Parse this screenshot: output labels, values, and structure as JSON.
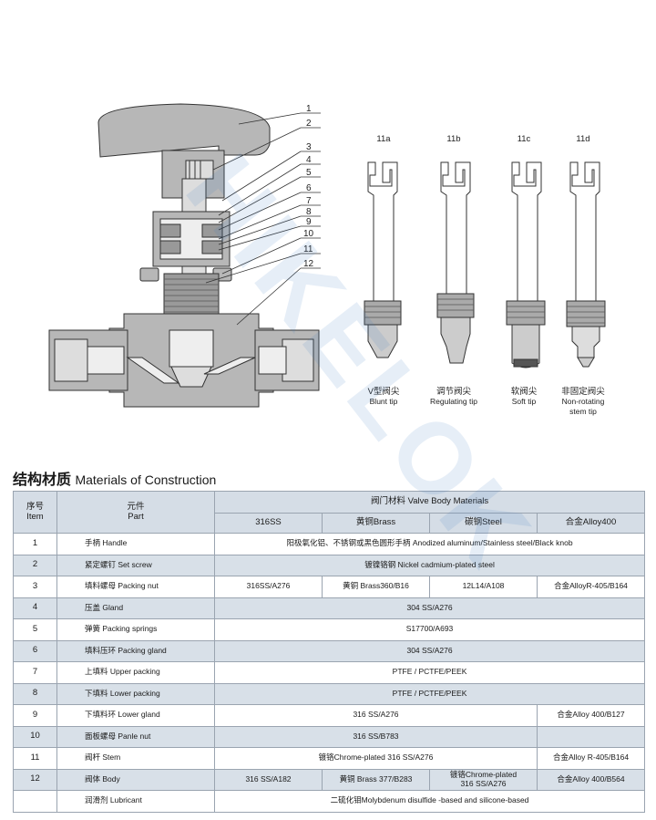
{
  "drawing": {
    "callouts": [
      "1",
      "2",
      "3",
      "4",
      "5",
      "6",
      "7",
      "8",
      "9",
      "10",
      "11",
      "12"
    ],
    "tips": [
      {
        "code": "11a",
        "name_cn": "V型阀尖",
        "name_en": "Blunt tip"
      },
      {
        "code": "11b",
        "name_cn": "调节阀尖",
        "name_en": "Regulating tip"
      },
      {
        "code": "11c",
        "name_cn": "软阀尖",
        "name_en": "Soft tip"
      },
      {
        "code": "11d",
        "name_cn": "非固定阀尖",
        "name_en_line1": "Non-rotating",
        "name_en_line2": "stem tip"
      }
    ]
  },
  "watermark_text": "HIKELOK",
  "section": {
    "title_cn": "结构材质",
    "title_en": "Materials of Construction"
  },
  "table": {
    "headers": {
      "item_cn": "序号",
      "item_en": "Item",
      "part_cn": "元件",
      "part_en": "Part",
      "materials": "阀门材料 Valve Body Materials",
      "col1": "316SS",
      "col2": "黄铜Brass",
      "col3": "碳钢Steel",
      "col4": "合金Alloy400"
    },
    "rows": [
      {
        "item": "1",
        "part_cn": "手柄",
        "part_en": "Handle",
        "value": "阳极氧化铝、不锈钢或黑色圆形手柄 Anodized aluminum/Stainless steel/Black knob"
      },
      {
        "item": "2",
        "part_cn": "紧定螺钉",
        "part_en": "Set screw",
        "value": "镀镍铬钢 Nickel cadmium-plated steel"
      },
      {
        "item": "3",
        "part_cn": "填料螺母",
        "part_en": "Packing nut",
        "c1": "316SS/A276",
        "c2": "黄铜 Brass360/B16",
        "c3": "12L14/A108",
        "c4": "合金AlloyR-405/B164"
      },
      {
        "item": "4",
        "part_cn": "压盖",
        "part_en": "Gland",
        "value": "304 SS/A276"
      },
      {
        "item": "5",
        "part_cn": "弹簧",
        "part_en": "Packing springs",
        "value": "S17700/A693"
      },
      {
        "item": "6",
        "part_cn": "填料压环",
        "part_en": "Packing gland",
        "value": "304 SS/A276"
      },
      {
        "item": "7",
        "part_cn": "上填料",
        "part_en": "Upper packing",
        "value": "PTFE / PCTFE/PEEK"
      },
      {
        "item": "8",
        "part_cn": "下填料",
        "part_en": "Lower packing",
        "value": "PTFE / PCTFE/PEEK"
      },
      {
        "item": "9",
        "part_cn": "下填料环",
        "part_en": "Lower gland",
        "value": "316 SS/A276",
        "c4": "合金Alloy 400/B127"
      },
      {
        "item": "10",
        "part_cn": "面板螺母",
        "part_en": "Panle nut",
        "value": "316 SS/B783"
      },
      {
        "item": "11",
        "part_cn": "阀杆",
        "part_en": "Stem",
        "value": "镀铬Chrome-plated 316 SS/A276",
        "c4": "合金Alloy R-405/B164"
      },
      {
        "item": "12",
        "part_cn": "阀体",
        "part_en": "Body",
        "c1": "316 SS/A182",
        "c2": "黄铜 Brass 377/B283",
        "c3_line1": "镀铬Chrome-plated",
        "c3_line2": "316 SS/A276",
        "c4": "合金Alloy 400/B564"
      },
      {
        "item": "",
        "part_cn": "润滑剂",
        "part_en": "Lubricant",
        "value": "二硫化钼Molybdenum disulfide -based and silicone-based"
      }
    ]
  },
  "colors": {
    "part_fill": "#b7b7b7",
    "stroke": "#333333",
    "row_alt": "#d8e0e8",
    "header_bg": "#d5dde6",
    "watermark": "#3c78be"
  }
}
